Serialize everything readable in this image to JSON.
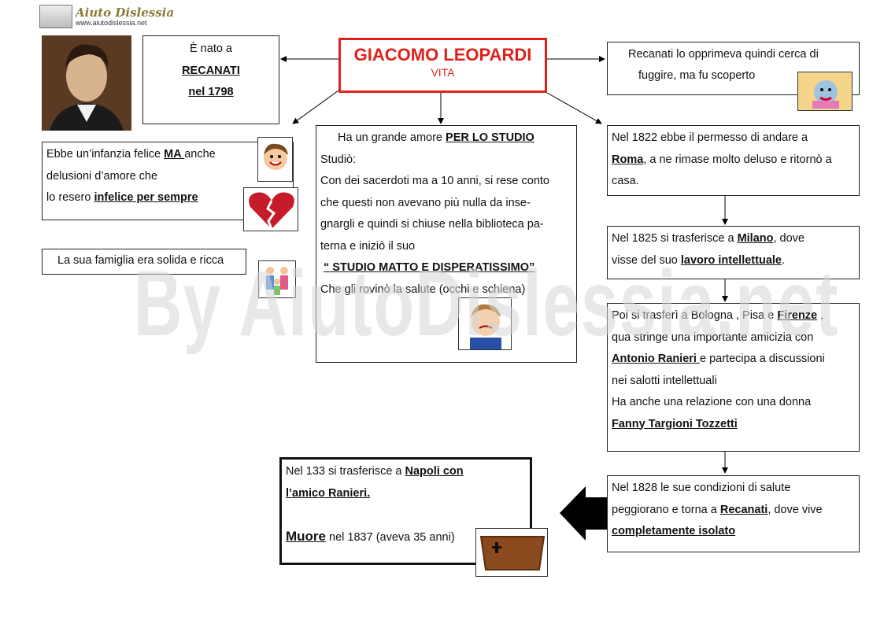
{
  "logo": {
    "brand": "Aiuto Dislessia",
    "url": "www.aiutodislessia.net"
  },
  "title": {
    "name": "GIACOMO LEOPARDI",
    "subtitle": "VITA",
    "color": "#e0201b"
  },
  "birth": {
    "line1": "È nato a",
    "place": "RECANATI",
    "year": "nel 1798"
  },
  "escape": {
    "line1": "Recanati lo opprimeva quindi cerca di",
    "line2": "fuggire, ma fu scoperto"
  },
  "childhood": {
    "t1": "Ebbe un’infanzia felice ",
    "ma": "MA ",
    "t2": "anche",
    "t3": "delusioni d’amore che",
    "t4": "lo resero ",
    "unhappy": "infelice per sempre"
  },
  "family": {
    "text": "La sua famiglia era solida e ricca"
  },
  "study": {
    "t1": "Ha un grande amore ",
    "love": "PER LO STUDIO",
    "t2": "Studiò:",
    "t3": "Con dei sacerdoti ma a 10 anni, si rese conto",
    "t4": "che questi non avevano più nulla da inse-",
    "t5": "gnargli e quindi si chiuse nella biblioteca pa-",
    "t6": "terna e iniziò il suo",
    "motto": "“ STUDIO MATTO E DISPERATISSIMO”",
    "t7": "Che gli rovinò la salute (occhi e schiena)"
  },
  "rome": {
    "t1": "Nel 1822 ebbe il permesso di andare a",
    "city": "Roma",
    "t2": ", a ne rimase molto deluso e ritornò a",
    "t3": "casa."
  },
  "milan": {
    "t1": "Nel 1825 si trasferisce a ",
    "city": "Milano",
    "t2": ", dove",
    "t3": "visse del suo ",
    "work": "lavoro intellettuale",
    "t4": "."
  },
  "florence": {
    "t1": "Poi si trasferì a Bologna , Pisa e ",
    "city": "Firenze",
    "t2": " ,",
    "t3": "qua stringe una importante amicizia con",
    "friend": "Antonio Ranieri ",
    "t4": "e partecipa a discussioni",
    "t5": "nei salotti intellettuali",
    "t6": "Ha anche una relazione con una donna",
    "woman": "Fanny Targioni Tozzetti"
  },
  "health": {
    "t1": "Nel 1828 le sue condizioni di salute",
    "t2": " peggiorano e torna a ",
    "city": "Recanati",
    "t3": ", dove vive",
    "isolated": "completamente isolato"
  },
  "naples": {
    "t1": "Nel 133 si trasferisce a ",
    "napoli": "Napoli con",
    "amico": "l’amico Ranieri.",
    "muore": "Muore",
    "t2": " nel 1837 (aveva 35 anni)"
  },
  "watermark": "By AiutoDislessia.net"
}
